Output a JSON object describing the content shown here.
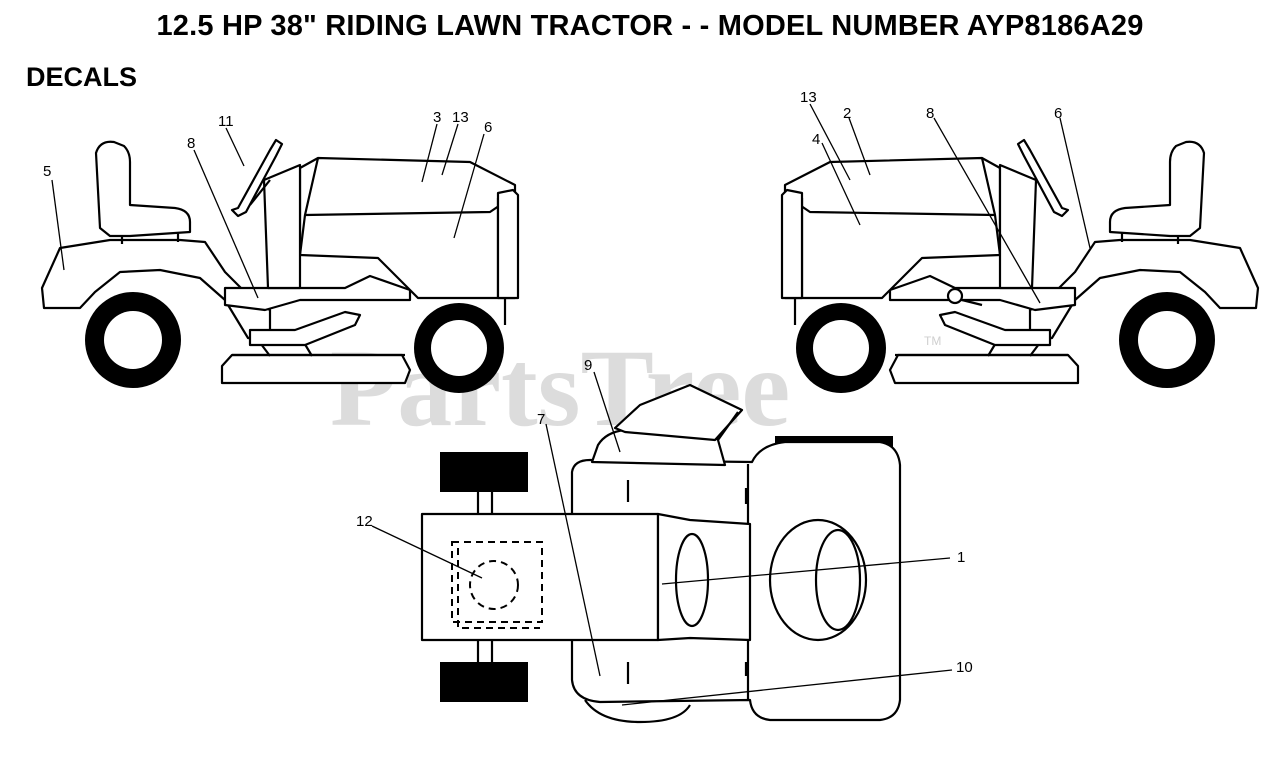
{
  "title": "12.5 HP 38\" RIDING LAWN TRACTOR - - MODEL NUMBER AYP8186A29",
  "section": "DECALS",
  "watermark": {
    "text": "PartsTree",
    "tm": "TM"
  },
  "callouts": {
    "left_view": {
      "c5": "5",
      "c11": "11",
      "c8": "8",
      "c3": "3",
      "c13": "13",
      "c6": "6"
    },
    "right_view": {
      "c13": "13",
      "c2": "2",
      "c4": "4",
      "c8": "8",
      "c6": "6"
    },
    "top_view": {
      "c9": "9",
      "c7": "7",
      "c12": "12",
      "c1": "1",
      "c10": "10"
    }
  }
}
